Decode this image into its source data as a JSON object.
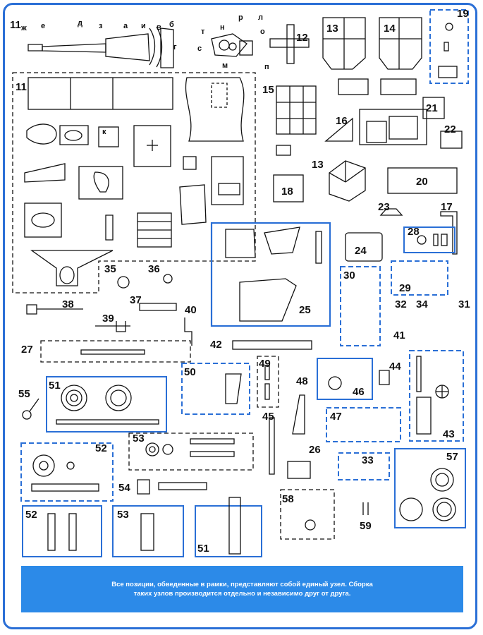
{
  "note": {
    "line1": "Все позиции, обведенные в рамки, представляют собой единый узел. Сборка",
    "line2": "таких узлов производится отдельно и независимо друг от друга."
  },
  "numbers": {
    "n11a": "11",
    "n11b": "11",
    "n12": "12",
    "n13a": "13",
    "n13b": "13",
    "n14": "14",
    "n15": "15",
    "n16": "16",
    "n17": "17",
    "n18": "18",
    "n19": "19",
    "n20": "20",
    "n21": "21",
    "n22": "22",
    "n23": "23",
    "n24": "24",
    "n25": "25",
    "n26": "26",
    "n27": "27",
    "n28": "28",
    "n29": "29",
    "n30": "30",
    "n31": "31",
    "n32": "32",
    "n33": "33",
    "n34": "34",
    "n35": "35",
    "n36": "36",
    "n37": "37",
    "n38": "38",
    "n39": "39",
    "n40": "40",
    "n41": "41",
    "n42": "42",
    "n43": "43",
    "n44": "44",
    "n45": "45",
    "n46": "46",
    "n47": "47",
    "n48": "48",
    "n49": "49",
    "n50": "50",
    "n51a": "51",
    "n51b": "51",
    "n52a": "52",
    "n52b": "52",
    "n53a": "53",
    "n53b": "53",
    "n54": "54",
    "n55": "55",
    "n57": "57",
    "n58": "58",
    "n59": "59"
  },
  "letters": {
    "a": "а",
    "b": "б",
    "v": "в",
    "g": "г",
    "d": "д",
    "e": "е",
    "zh": "ж",
    "z": "з",
    "i": "и",
    "k": "к",
    "l": "л",
    "m": "м",
    "n": "н",
    "o": "о",
    "p": "п",
    "r": "р",
    "s": "с",
    "t": "т"
  },
  "colors": {
    "frame": "#2a6fd6",
    "note_bg": "#2c8ae8",
    "ink": "#111111"
  }
}
